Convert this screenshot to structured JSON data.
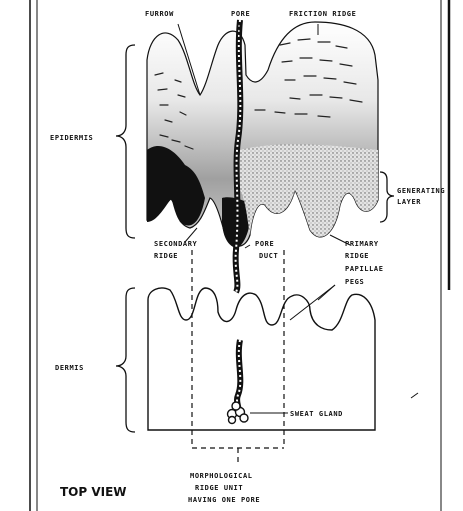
{
  "labels": {
    "furrow": "FURROW",
    "pore": "PORE",
    "friction_ridge": "FRICTION RIDGE",
    "epidermis": "EPIDERMIS",
    "generating_layer_1": "GENERATING",
    "generating_layer_2": "LAYER",
    "secondary_ridge_1": "SECONDARY",
    "secondary_ridge_2": "RIDGE",
    "pore_duct_1": "PORE",
    "pore_duct_2": "DUCT",
    "primary_ridge_1": "PRIMARY",
    "primary_ridge_2": "RIDGE",
    "papillae_pegs_1": "PAPILLAE",
    "papillae_pegs_2": "PEGS",
    "dermis": "DERMIS",
    "sweat_gland": "SWEAT GLAND",
    "morph_unit_1": "MORPHOLOGICAL",
    "morph_unit_2": "RIDGE UNIT",
    "morph_unit_3": "HAVING ONE PORE",
    "top_view": "TOP VIEW"
  },
  "colors": {
    "ink": "#111111",
    "epidermis_light": "#d9d9d9",
    "epidermis_dark": "#8a8a8a",
    "paper": "#ffffff"
  }
}
